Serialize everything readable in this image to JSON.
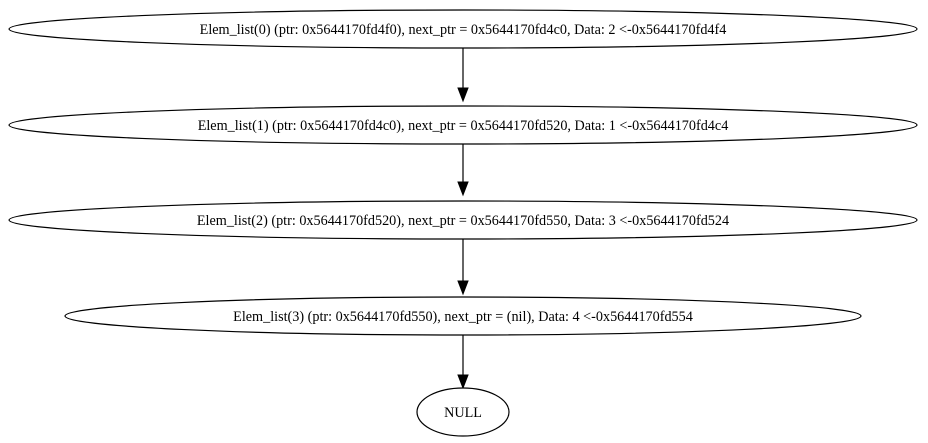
{
  "diagram": {
    "nodes": [
      {
        "id": "elem0",
        "label": "Elem_list(0) (ptr: 0x5644170fd4f0), next_ptr = 0x5644170fd4c0, Data: 2 <-0x5644170fd4f4"
      },
      {
        "id": "elem1",
        "label": "Elem_list(1) (ptr: 0x5644170fd4c0), next_ptr = 0x5644170fd520, Data: 1 <-0x5644170fd4c4"
      },
      {
        "id": "elem2",
        "label": "Elem_list(2) (ptr: 0x5644170fd520), next_ptr = 0x5644170fd550, Data: 3 <-0x5644170fd524"
      },
      {
        "id": "elem3",
        "label": "Elem_list(3) (ptr: 0x5644170fd550), next_ptr = (nil), Data: 4 <-0x5644170fd554"
      },
      {
        "id": "null",
        "label": "NULL"
      }
    ],
    "edges": [
      {
        "from": "elem0",
        "to": "elem1"
      },
      {
        "from": "elem1",
        "to": "elem2"
      },
      {
        "from": "elem2",
        "to": "elem3"
      },
      {
        "from": "elem3",
        "to": "null"
      }
    ]
  }
}
